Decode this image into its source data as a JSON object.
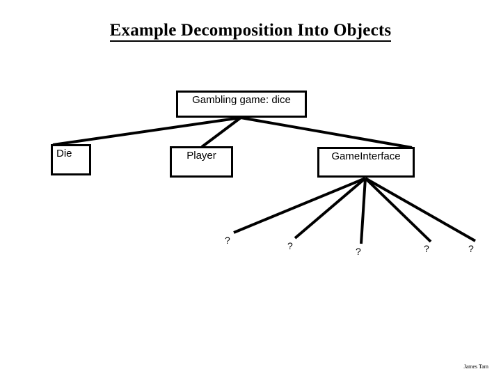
{
  "slide": {
    "title": "Example Decomposition Into Objects",
    "footer": "James Tam",
    "background_color": "#ffffff",
    "line_color": "#000000",
    "text_color": "#000000"
  },
  "diagram": {
    "type": "tree",
    "root": {
      "label": "Gambling game: dice"
    },
    "level2": [
      {
        "label": "Die"
      },
      {
        "label": "Player"
      },
      {
        "label": "GameInterface"
      }
    ],
    "level3": [
      {
        "label": "?"
      },
      {
        "label": "?"
      },
      {
        "label": "?"
      },
      {
        "label": "?"
      },
      {
        "label": "?"
      }
    ]
  }
}
